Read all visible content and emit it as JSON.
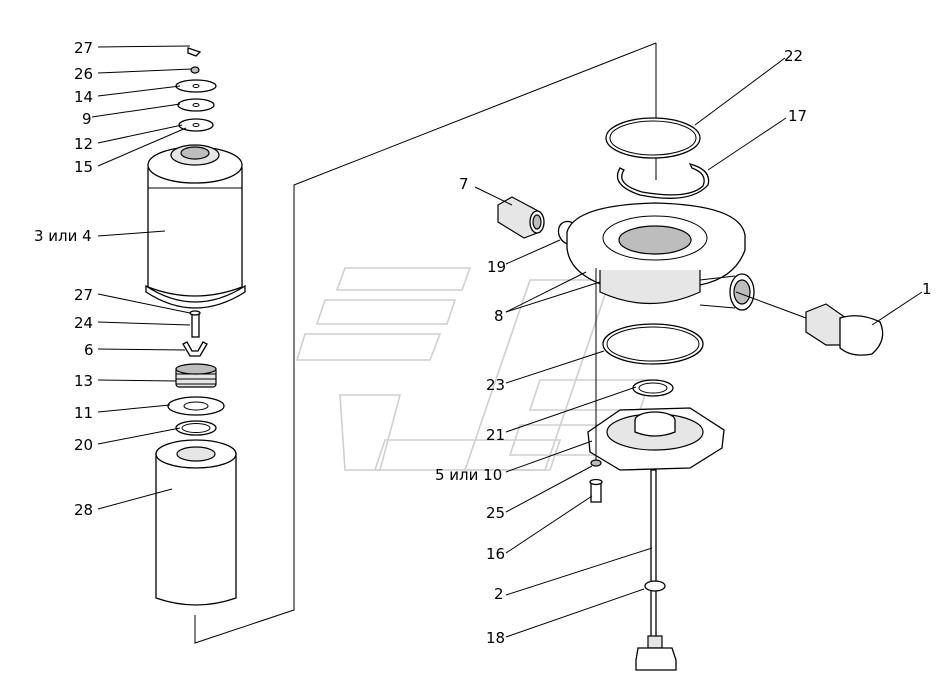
{
  "labels": {
    "l27a": "27",
    "l26": "26",
    "l14": "14",
    "l9": "9",
    "l12": "12",
    "l15": "15",
    "l3": "3 или 4",
    "l27b": "27",
    "l24": "24",
    "l6": "6",
    "l13": "13",
    "l11": "11",
    "l20": "20",
    "l28": "28",
    "l22": "22",
    "l17": "17",
    "l7": "7",
    "l19": "19",
    "l8": "8",
    "l1": "1",
    "l23": "23",
    "l21": "21",
    "l5": "5 или 10",
    "l25": "25",
    "l16": "16",
    "l2": "2",
    "l18": "18"
  },
  "colors": {
    "line": "#000000",
    "watermark": "#cfcfcf",
    "background": "#ffffff"
  }
}
